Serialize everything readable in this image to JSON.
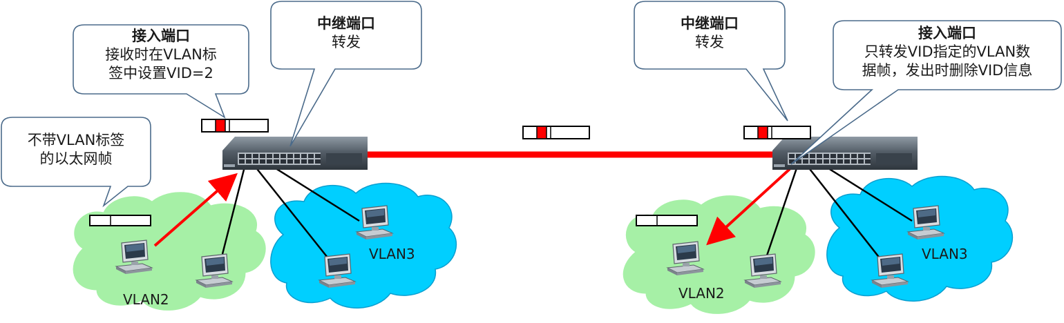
{
  "callouts": {
    "left_access": {
      "title": "接入端口",
      "lines": [
        "接收时在VLAN标",
        "签中设置VID=2"
      ]
    },
    "left_trunk": {
      "title": "中继端口",
      "lines": [
        "转发"
      ]
    },
    "untagged": {
      "title": "",
      "lines": [
        "不带VLAN标签",
        "的以太网帧"
      ]
    },
    "right_trunk": {
      "title": "中继端口",
      "lines": [
        "转发"
      ]
    },
    "right_access": {
      "title": "接入端口",
      "lines": [
        "只转发VID指定的VLAN数",
        "据帧，发出时删除VID信息"
      ]
    }
  },
  "vlans": {
    "left_green": "VLAN2",
    "left_blue": "VLAN3",
    "right_green": "VLAN2",
    "right_blue": "VLAN3"
  },
  "colors": {
    "green_cloud": "#a6f0a6",
    "blue_cloud": "#00cfff",
    "trunk_link": "#ff0000",
    "arrow": "#ff0000",
    "callout_border": "#4a6a8a",
    "switch_body": "#4a5560",
    "frame_tag": "#ff0000"
  },
  "icons": [
    "switch-icon",
    "computer-icon",
    "cloud-icon",
    "frame-icon"
  ]
}
